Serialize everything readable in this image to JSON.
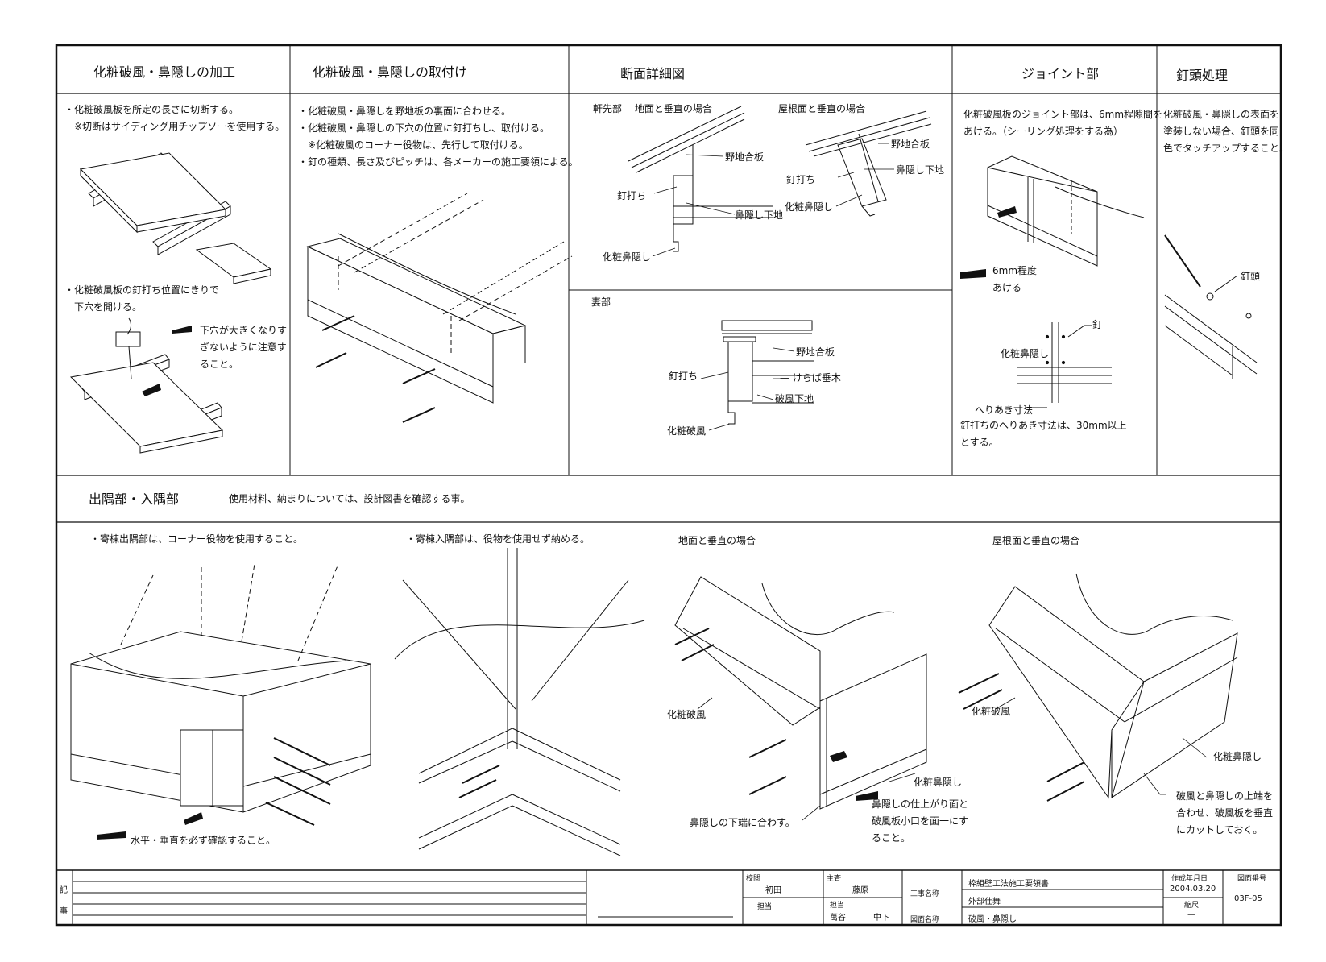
{
  "sections": {
    "s1": {
      "title": "化粧破風・鼻隠しの加工",
      "notes": [
        "・化粧破風板を所定の長さに切断する。",
        "　※切断はサイディング用チップソーを使用する。"
      ],
      "notes2": [
        "・化粧破風板の釘打ち位置にきりで",
        "　下穴を開ける。"
      ],
      "caution": [
        "下穴が大きくなりす",
        "ぎないように注意す",
        "ること。"
      ]
    },
    "s2": {
      "title": "化粧破風・鼻隠しの取付け",
      "notes": [
        "・化粧破風・鼻隠しを野地板の裏面に合わせる。",
        "・化粧破風・鼻隠しの下穴の位置に釘打ちし、取付ける。",
        "　※化粧破風のコーナー役物は、先行して取付ける。",
        "・釘の種類、長さ及びピッチは、各メーカーの施工要領による。"
      ]
    },
    "s3": {
      "title": "断面詳細図",
      "eave_head": "軒先部　 地面と垂直の場合",
      "roof_head": "屋根面と垂直の場合",
      "gable_head": "妻部",
      "labels": {
        "noji": "野地合板",
        "kugi": "釘打ち",
        "hanakakushi_shitaji": "鼻隠し下地",
        "kesho_hanakakushi": "化粧鼻隠し",
        "keraba": "けらば垂木",
        "hafu_shitaji": "破風下地",
        "kesho_hafu": "化粧破風"
      }
    },
    "s4": {
      "title": "ジョイント部",
      "notes": [
        "化粧破風板のジョイント部は、6mm程隙間を",
        "あける。（シーリング処理をする為）"
      ],
      "gap_label": [
        "6mm程度",
        "あける"
      ],
      "kugi": "釘",
      "kesho_hanakakushi": "化粧鼻隠し",
      "edge_label": "へりあき寸法",
      "edge_note": [
        "釘打ちのへりあき寸法は、30mm以上",
        "とする。"
      ]
    },
    "s5": {
      "title": "釘頭処理",
      "notes": [
        "化粧破風・鼻隠しの表面を",
        "塗装しない場合、釘頭を同",
        "色でタッチアップすること。"
      ],
      "label": "釘頭"
    },
    "s6": {
      "title": "出隅部・入隅部",
      "subtitle": "使用材料、納まりについては、設計図書を確認する事。",
      "a_note": "・寄棟出隅部は、コーナー役物を使用すること。",
      "b_note": "・寄棟入隅部は、役物を使用せず納める。",
      "c_head": "地面と垂直の場合",
      "d_head": "屋根面と垂直の場合",
      "a_caution": "水平・垂直を必ず確認すること。",
      "c_labels": {
        "kesho_hafu": "化粧破風",
        "kesho_hanakakushi": "化粧鼻隠し",
        "bottom": "鼻隠しの下端に合わす。",
        "caution": [
          "鼻隠しの仕上がり面と",
          "破風板小口を面一にす",
          "ること。"
        ]
      },
      "d_labels": {
        "kesho_hafu": "化粧破風",
        "kesho_hanakakushi": "化粧鼻隠し",
        "note": [
          "破風と鼻隠しの上端を",
          "合わせ、破風板を垂直",
          "にカットしておく。"
        ]
      }
    }
  },
  "title_block": {
    "kii_1": "記",
    "kii_2": "事",
    "check_label": "校閲",
    "check_name": "初田",
    "lead_label": "主査",
    "lead_name": "藤原",
    "person_label": "担当",
    "person_label2": "担当",
    "person_name1": "萬谷",
    "person_name2": "中下",
    "project_label": "工事名称",
    "project_name": "枠組壁工法施工要領書",
    "project_sub": "外部仕舞",
    "drawing_label": "図面名称",
    "drawing_name": "破風・鼻隠し",
    "date_label": "作成年月日",
    "date": "2004.03.20",
    "scale_label": "縮尺",
    "scale": "—",
    "number_label": "図面番号",
    "number": "03F-05"
  }
}
